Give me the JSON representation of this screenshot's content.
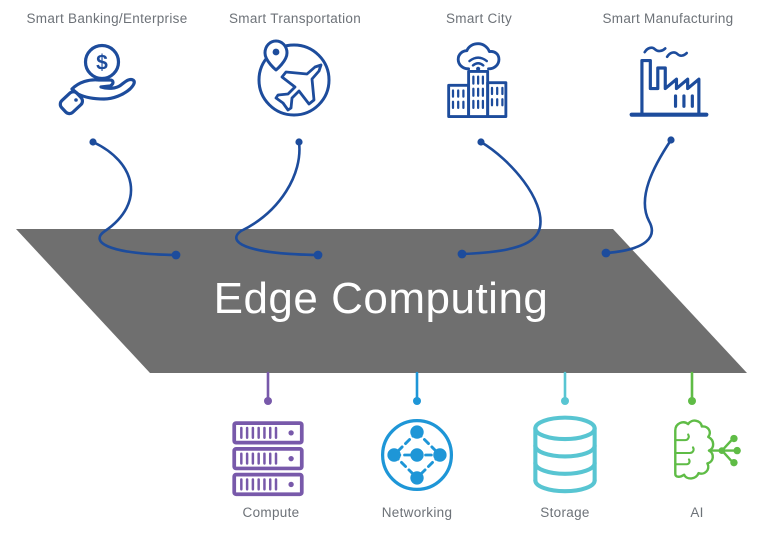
{
  "diagram": {
    "title": "Edge Computing",
    "currency_symbol": "$",
    "top_nodes": [
      {
        "label": "Smart Banking/Enterprise",
        "icon": "hand-coin-icon"
      },
      {
        "label": "Smart Transportation",
        "icon": "globe-plane-icon"
      },
      {
        "label": "Smart City",
        "icon": "city-cloud-wifi-icon"
      },
      {
        "label": "Smart Manufacturing",
        "icon": "factory-icon"
      }
    ],
    "bottom_nodes": [
      {
        "label": "Compute",
        "icon": "server-rack-icon",
        "color": "#7859aa"
      },
      {
        "label": "Networking",
        "icon": "network-nodes-icon",
        "color": "#1e96d7"
      },
      {
        "label": "Storage",
        "icon": "database-cylinder-icon",
        "color": "#58c5d2"
      },
      {
        "label": "AI",
        "icon": "brain-network-icon",
        "color": "#5fbc46"
      }
    ],
    "colors": {
      "icon_blue": "#1d4c9c",
      "platform_gray": "#6f6f6f",
      "title_white": "#ffffff",
      "label_gray": "#6d7278",
      "compute_purple": "#7859aa",
      "networking_blue": "#1e96d7",
      "storage_cyan": "#58c5d2",
      "ai_green": "#5fbc46"
    }
  }
}
